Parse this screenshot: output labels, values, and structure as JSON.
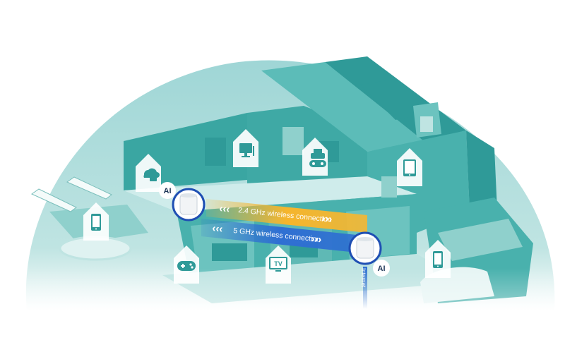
{
  "illustration": {
    "kind": "mesh-wifi-home-diagram",
    "colors": {
      "dome": "#9fd6d6",
      "dome_light": "#dff2f1",
      "house_dark": "#2f9a98",
      "house_mid": "#49b1ad",
      "house_light": "#8fd0cc",
      "band_24": "#f4b733",
      "band_5": "#2e6fd1",
      "ai_badge": "#ffffff",
      "router_ring": "#1f4fb3"
    }
  },
  "connections": {
    "band_24_label": "2.4 GHz wireless connection",
    "band_5_label": "5 GHz wireless connection",
    "chevrons_left": "‹‹‹",
    "chevrons_right": "›››"
  },
  "routers": {
    "primary_badge": "AI",
    "secondary_badge": "AI",
    "internet_label": "Internet"
  },
  "devices": [
    {
      "id": "cloud-nas",
      "icon": "cloud-storage-icon"
    },
    {
      "id": "desktop",
      "icon": "desktop-computer-icon"
    },
    {
      "id": "printer-game",
      "icon": "gamepad-printer-icon"
    },
    {
      "id": "tablet",
      "icon": "tablet-icon"
    },
    {
      "id": "phone-pool",
      "icon": "smartphone-icon"
    },
    {
      "id": "gamepad",
      "icon": "gamepad-icon"
    },
    {
      "id": "tv",
      "icon": "tv-icon",
      "text": "TV"
    },
    {
      "id": "phone-garage",
      "icon": "smartphone-icon"
    }
  ]
}
